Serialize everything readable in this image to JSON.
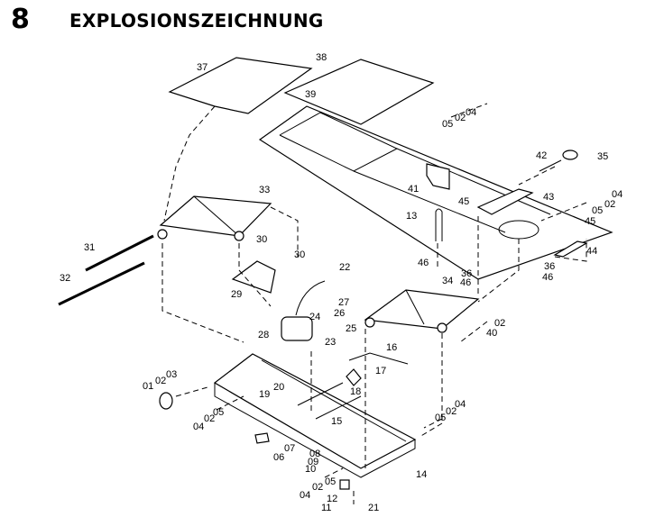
{
  "header": {
    "section_number": "8",
    "title": "EXPLOSIONSZEICHNUNG"
  },
  "parts": {
    "p37": "37",
    "p38": "38",
    "p39": "39",
    "p05a": "05",
    "p02a": "02",
    "p04a": "04",
    "p42": "42",
    "p35": "35",
    "p41": "41",
    "p45a": "45",
    "p43": "43",
    "p04b": "04",
    "p02b": "02",
    "p05b": "05",
    "p45b": "45",
    "p44": "44",
    "p13": "13",
    "p46a": "46",
    "p36a": "36",
    "p46b": "46",
    "p36b": "36",
    "p46c": "46",
    "p33": "33",
    "p31": "31",
    "p32": "32",
    "p30a": "30",
    "p30b": "30",
    "p29": "29",
    "p22": "22",
    "p27": "27",
    "p26": "26",
    "p24": "24",
    "p25": "25",
    "p23": "23",
    "p28": "28",
    "p34": "34",
    "p02c": "02",
    "p40": "40",
    "p16": "16",
    "p17": "17",
    "p18": "18",
    "p20": "20",
    "p19": "19",
    "p15": "15",
    "p01": "01",
    "p02d": "02",
    "p03": "03",
    "p05c": "05",
    "p02e": "02",
    "p04c": "04",
    "p07": "07",
    "p06": "06",
    "p08": "08",
    "p09": "09",
    "p10": "10",
    "p05d": "05",
    "p02f": "02",
    "p04d": "04",
    "p12": "12",
    "p11": "11",
    "p21": "21",
    "p14": "14",
    "p04e": "04",
    "p02g": "02",
    "p05e": "05"
  }
}
